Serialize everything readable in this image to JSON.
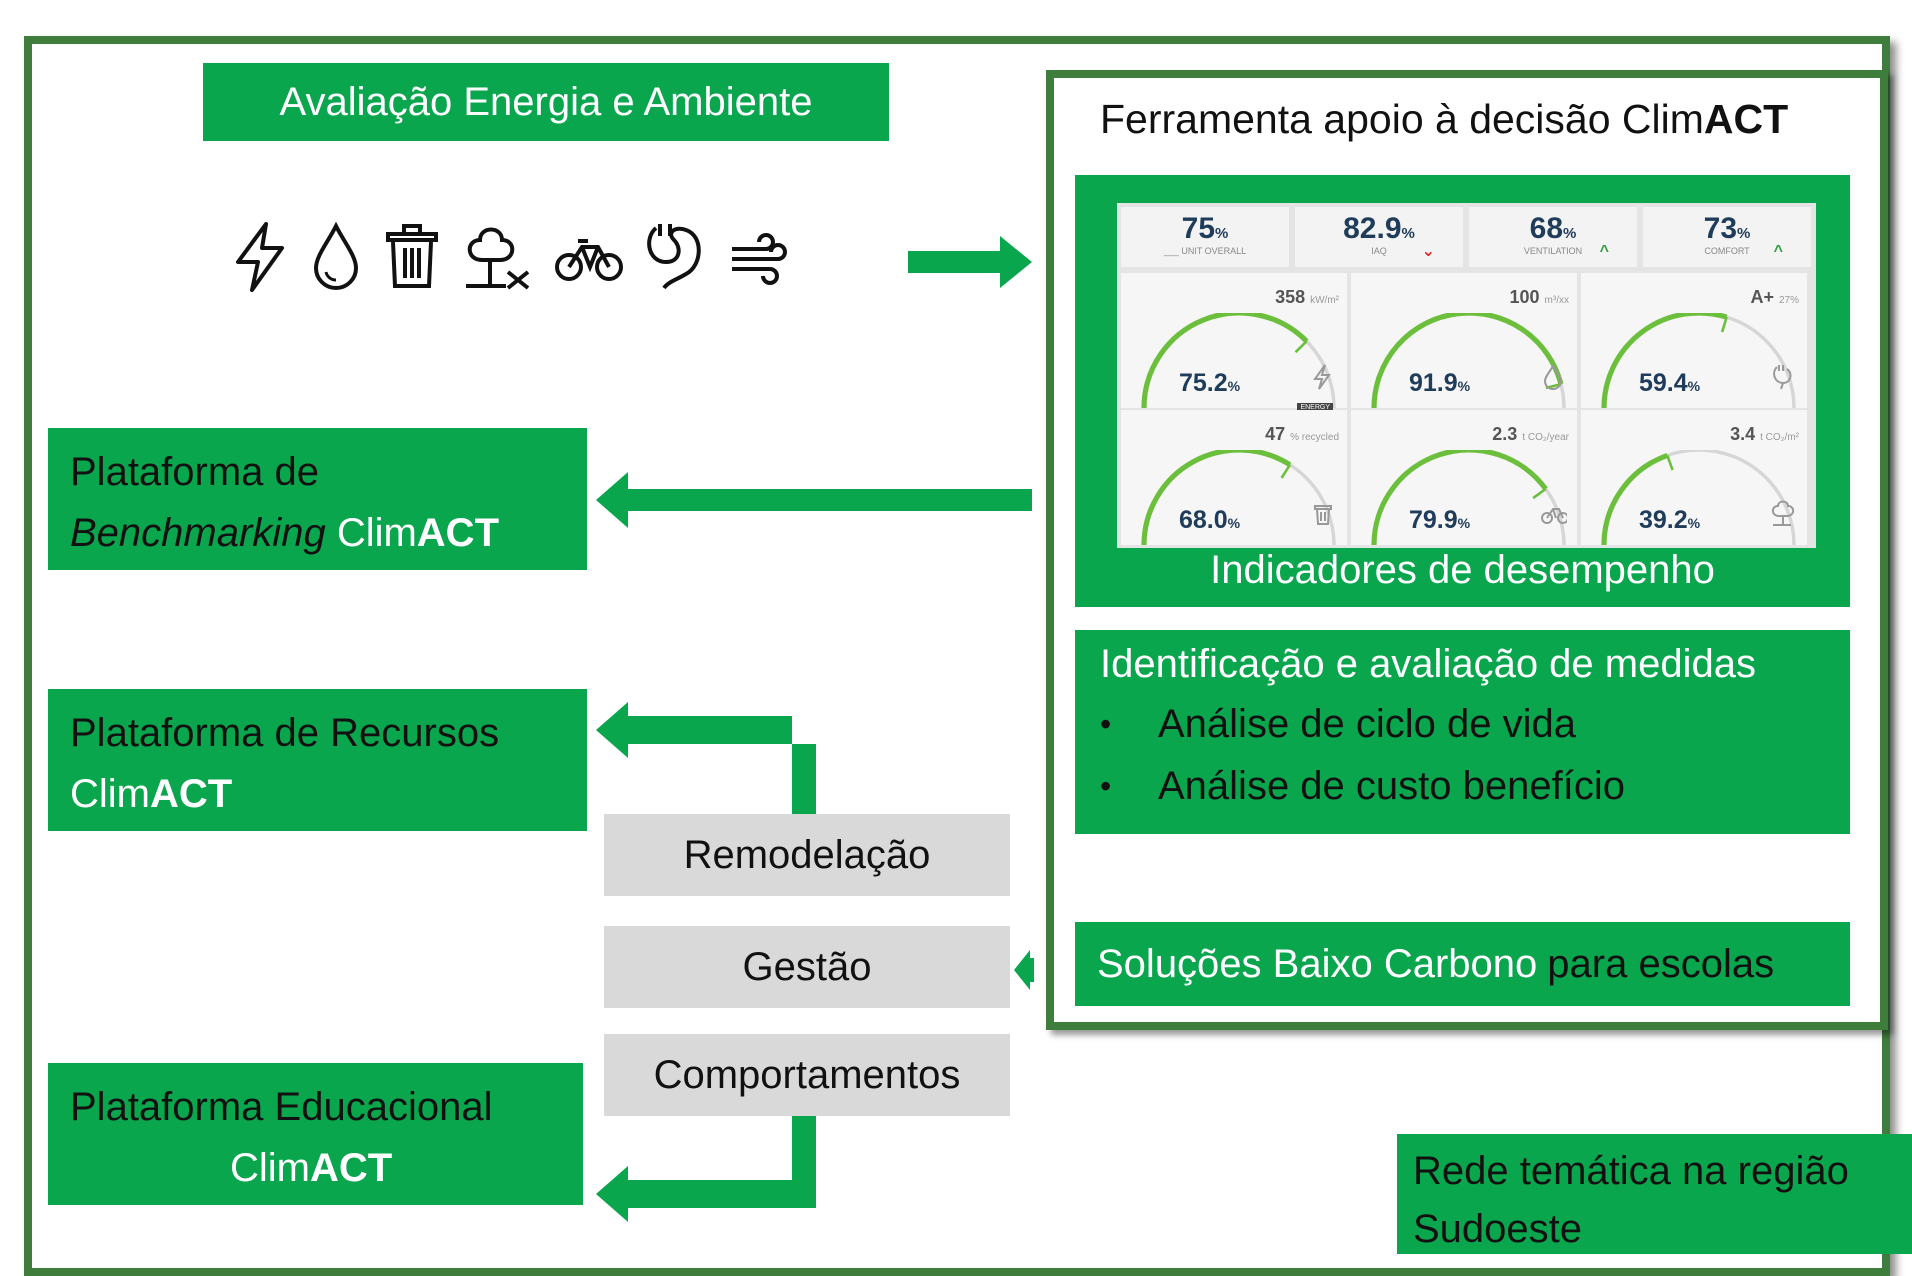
{
  "colors": {
    "frame": "#3e7d3c",
    "green": "#0aa64e",
    "grey": "#d9d9d9",
    "gauge": "#6cbf3c",
    "navy": "#1f3c5a"
  },
  "header": {
    "title": "Avaliação Energia e Ambiente"
  },
  "icons": [
    "lightning-icon",
    "water-drop-icon",
    "trash-bin-icon",
    "tree-icon",
    "bicycle-icon",
    "plug-icon",
    "wind-icon"
  ],
  "platforms": {
    "benchmarking": {
      "line1": "Plataforma de",
      "italic": "Benchmarking",
      "clim": "Clim",
      "act": "ACT"
    },
    "recursos": {
      "line1": "Plataforma de Recursos",
      "clim": "Clim",
      "act": "ACT"
    },
    "educacional": {
      "line1": "Plataforma Educacional",
      "clim": "Clim",
      "act": "ACT"
    }
  },
  "tool": {
    "title_prefix": "Ferramenta apoio à decisão Clim",
    "title_bold": "ACT",
    "dashboard_caption": "Indicadores de desempenho",
    "kpis": [
      {
        "value": "75",
        "unit": "%",
        "label": "___ UNIT OVERALL",
        "arrow": ""
      },
      {
        "value": "82.9",
        "unit": "%",
        "label": "IAQ",
        "arrow": "⌄"
      },
      {
        "value": "68",
        "unit": "%",
        "label": "VENTILATION",
        "arrow": "^"
      },
      {
        "value": "73",
        "unit": "%",
        "label": "COMFORT",
        "arrow": "^"
      }
    ],
    "cards": [
      {
        "value": "75.2",
        "unit": "%",
        "top": "358",
        "top_unit": "kW/m²",
        "gauge": 0.752,
        "icon": "lightning-icon",
        "tag": "ENERGY"
      },
      {
        "value": "91.9",
        "unit": "%",
        "top": "100",
        "top_unit": "m³/xx",
        "gauge": 0.919,
        "icon": "water-drop-icon",
        "tag": ""
      },
      {
        "value": "59.4",
        "unit": "%",
        "top": "A+",
        "top_unit": "27%",
        "gauge": 0.594,
        "icon": "plug-icon",
        "tag": ""
      },
      {
        "value": "68.0",
        "unit": "%",
        "top": "47",
        "top_unit": "% recycled",
        "gauge": 0.68,
        "icon": "trash-bin-icon",
        "tag": ""
      },
      {
        "value": "79.9",
        "unit": "%",
        "top": "2.3",
        "top_unit": "t CO₂/year",
        "gauge": 0.799,
        "icon": "bicycle-icon",
        "tag": ""
      },
      {
        "value": "39.2",
        "unit": "%",
        "top": "3.4",
        "top_unit": "t CO₂/m²",
        "gauge": 0.392,
        "icon": "tree-icon",
        "tag": ""
      }
    ],
    "measures": {
      "heading": "Identificação e avaliação de medidas",
      "items": [
        "Análise de ciclo de vida",
        "Análise de custo benefício"
      ]
    },
    "solutions": {
      "part1": "Soluções Baixo Carbono",
      "part2": "para escolas"
    }
  },
  "actions": {
    "remodel": "Remodelação",
    "gestao": "Gestão",
    "comportamentos": "Comportamentos"
  },
  "rede": {
    "line1": "Rede temática na região",
    "line2": "Sudoeste"
  }
}
